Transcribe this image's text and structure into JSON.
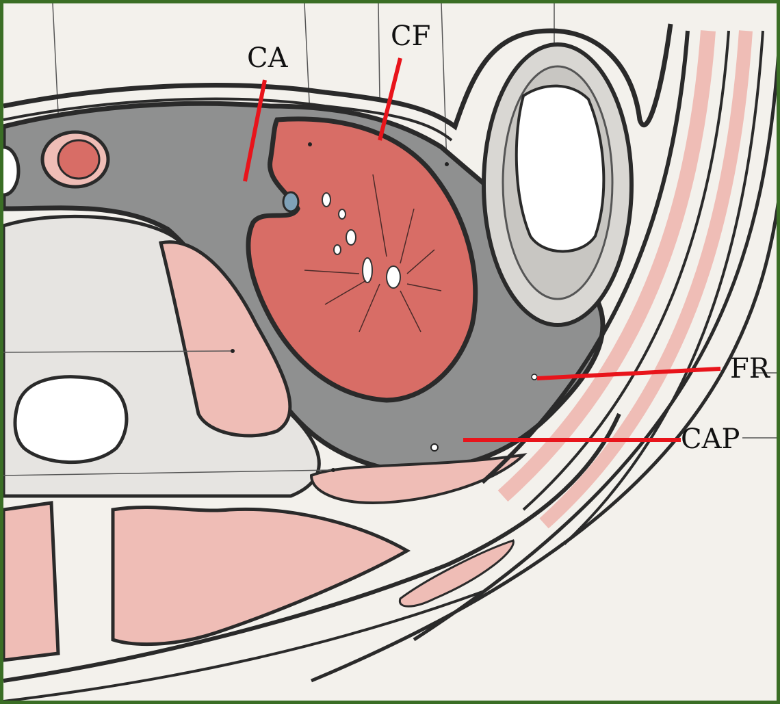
{
  "labels": {
    "ca": "CA",
    "cf": "CF",
    "fr": "FR",
    "cap": "CAP"
  },
  "colors": {
    "frame": "#3a6e25",
    "background": "#f3f1ec",
    "fat_gray": "#8f9090",
    "organ_red": "#d86d66",
    "muscle_pink": "#efbdb6",
    "outline": "#2a2a2a",
    "pointer_line": "#e8141b"
  }
}
